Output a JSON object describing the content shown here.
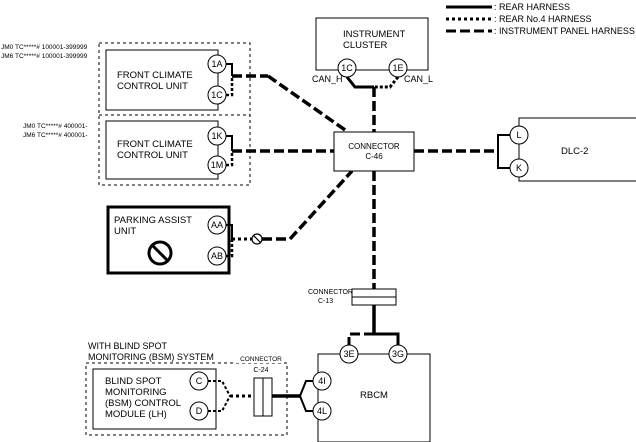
{
  "legend": {
    "items": [
      {
        "label": ": REAR HARNESS",
        "style": "solid"
      },
      {
        "label": ": REAR No.4 HARNESS",
        "style": "dotted"
      },
      {
        "label": ": INSTRUMENT PANEL HARNESS",
        "style": "dashed"
      }
    ]
  },
  "instrument_cluster": {
    "line1": "INSTRUMENT",
    "line2": "CLUSTER",
    "pins": [
      "1C",
      "1E"
    ],
    "can_h": "CAN_H",
    "can_l": "CAN_L"
  },
  "fccu_a": {
    "vin_line1": "JM0 TC*****# 100001-399999",
    "vin_line2": "JM6 TC*****# 100001-399999",
    "line1": "FRONT CLIMATE",
    "line2": "CONTROL UNIT",
    "pins": [
      "1A",
      "1C"
    ]
  },
  "fccu_b": {
    "vin_line1": "JM0 TC*****# 400001-",
    "vin_line2": "JM6 TC*****# 400001-",
    "line1": "FRONT CLIMATE",
    "line2": "CONTROL UNIT",
    "pins": [
      "1K",
      "1M"
    ]
  },
  "connector_c46": {
    "line1": "CONNECTOR",
    "line2": "C-46"
  },
  "dlc": {
    "label": "DLC-2",
    "pins": [
      "L",
      "K"
    ]
  },
  "parking_assist": {
    "line1": "PARKING ASSIST",
    "line2": "UNIT",
    "pins": [
      "AA",
      "AB"
    ]
  },
  "connector_c13": {
    "line1": "CONNECTOR",
    "line2": "C-13"
  },
  "rbcm": {
    "label": "RBCM",
    "pins": [
      "3E",
      "3G",
      "4I",
      "4L"
    ]
  },
  "bsm_group": {
    "line1": "WITH BLIND SPOT",
    "line2": "MONITORING (BSM) SYSTEM"
  },
  "connector_c24": {
    "line1": "CONNECTOR",
    "line2": "C-24"
  },
  "bsm_module": {
    "line1": "BLIND SPOT",
    "line2": "MONITORING",
    "line3": "(BSM) CONTROL",
    "line4": "MODULE (LH)",
    "pins": [
      "C",
      "D"
    ]
  }
}
